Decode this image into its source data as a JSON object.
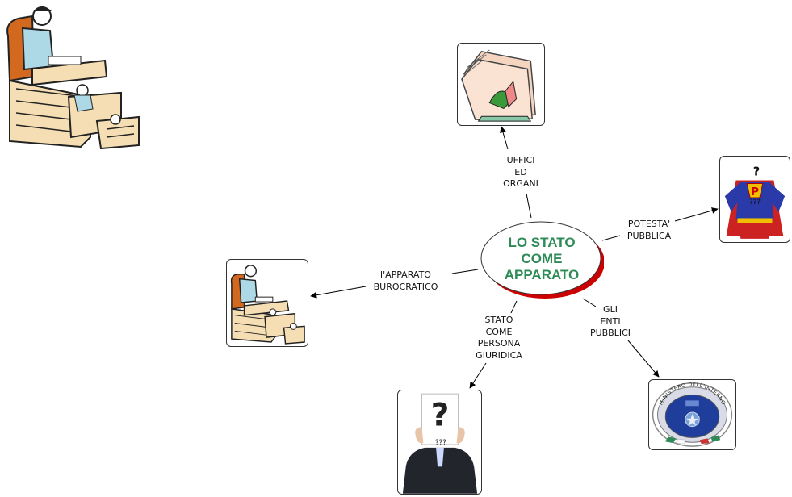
{
  "concept_map": {
    "central_concept": "LO STATO\nCOME\nAPPARATO",
    "branches": [
      {
        "id": "uffici",
        "link_label": "UFFICI\nED\nORGANI",
        "target": "folders-illustration"
      },
      {
        "id": "potesta",
        "link_label": "POTESTA'\nPUBBLICA",
        "target": "superhero-illustration"
      },
      {
        "id": "apparato",
        "link_label": "l'APPARATO\nBUROCRATICO",
        "target": "bureaucrat-desk-illustration"
      },
      {
        "id": "persona",
        "link_label": "STATO\nCOME\nPERSONA\nGIURIDICA",
        "target": "question-mark-person-illustration"
      },
      {
        "id": "enti",
        "link_label": "GLI\nENTI\nPUBBLICI",
        "target": "ministry-seal-illustration"
      }
    ],
    "question_mark": "?",
    "triple_question": "???",
    "superhero_letter": "P",
    "seal_text": "MINISTERO DELL'INTERNO"
  },
  "colors": {
    "central_text": "#2e8b57",
    "central_shadow": "#cc0000",
    "arrow": "#000000"
  }
}
